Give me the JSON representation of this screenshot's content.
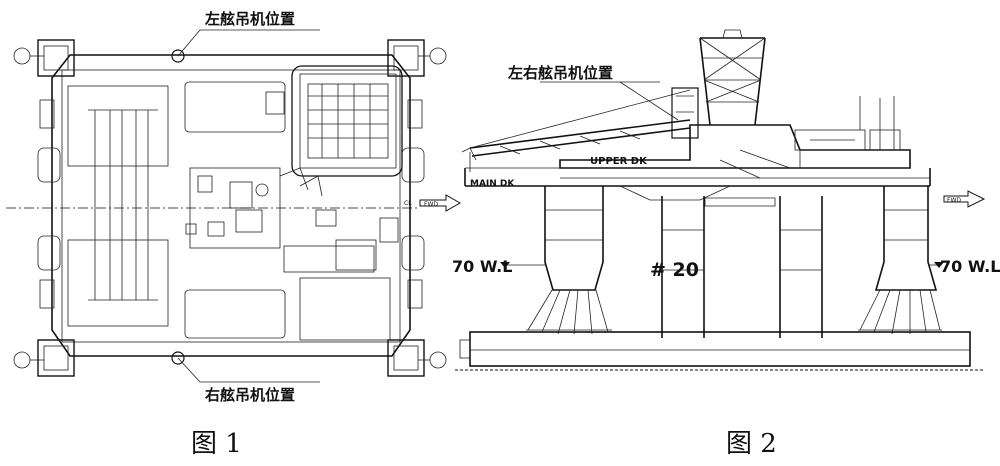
{
  "figure1": {
    "caption": "图 1",
    "port_crane_label": "左舷吊机位置",
    "starboard_crane_label": "右舷吊机位置",
    "fwd_label": "FWD"
  },
  "figure2": {
    "caption": "图 2",
    "crane_label": "左右舷吊机位置",
    "upper_dk_label": "UPPER DK",
    "main_dk_label": "MAIN DK",
    "waterline_left": "70 W.L",
    "waterline_right": "70 W.L",
    "frame_label": "# 20",
    "fwd_label": "FWD"
  }
}
